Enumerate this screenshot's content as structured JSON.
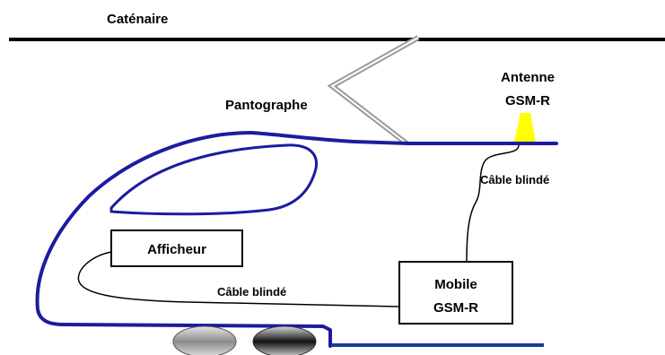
{
  "labels": {
    "catenaire": "Caténaire",
    "pantographe": "Pantographe",
    "antenne_line1": "Antenne",
    "antenne_line2": "GSM-R",
    "cable_top": "Câble blindé",
    "cable_bottom": "Câble blindé",
    "afficheur": "Afficheur",
    "mobile_line1": "Mobile",
    "mobile_line2": "GSM-R"
  },
  "colors": {
    "train_outline": "#1a1aa0",
    "rail": "#1a3a9a",
    "antenna": "#ffff00",
    "catenary": "#000000",
    "cable": "#000000",
    "pantograph": "#999999"
  }
}
